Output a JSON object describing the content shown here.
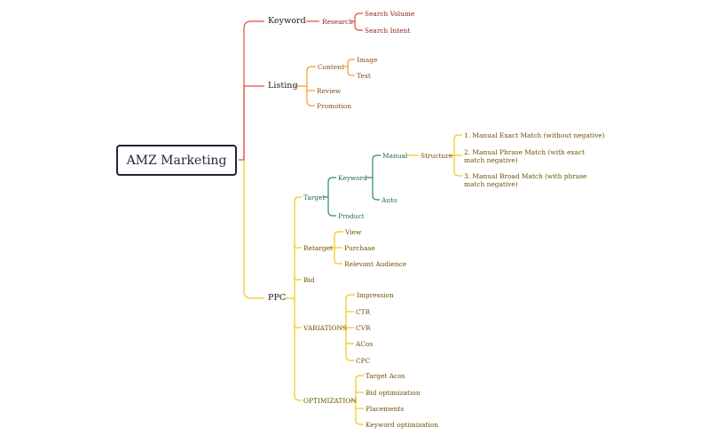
{
  "title": "AMZ Marketing",
  "colors": {
    "red": "#e24a3b",
    "orange": "#f0a028",
    "yellow": "#f5c518",
    "green": "#2f8a6e",
    "text_red": "#8a1f17",
    "text_orange": "#8a4a10",
    "text_yellow": "#6b5205",
    "text_green": "#226b56",
    "text_main": "#1a1a1a"
  },
  "nodes": {
    "keyword": "Keyword",
    "research": "Research",
    "search_volume": "Search Volume",
    "search_intent": "Search Intent",
    "listing": "Listing",
    "content": "Content",
    "image": "Image",
    "text": "Text",
    "review": "Review",
    "promotion": "Promotion",
    "ppc": "PPC",
    "target": "Target",
    "target_keyword": "Keyword",
    "manual": "Manual",
    "structure": "Structure",
    "exact": "1. Manual Exact Match (without negative)",
    "phrase": "2. Manual Phrase Match (with exact match negative)",
    "broad": "3. Manual Broad Match (with phrase match negative)",
    "auto": "Auto",
    "product": "Product",
    "retarget": "Retarget",
    "view": "View",
    "purchase": "Purchase",
    "relevant_audience": "Relevant Audience",
    "bid": "Bid",
    "variations": "VARIATIONS",
    "impression": "Impression",
    "ctr": "CTR",
    "cvr": "CVR",
    "acos": "ACos",
    "cpc": "CPC",
    "optimization": "OPTIMIZATION",
    "target_acos": "Target Acos",
    "bid_optimization": "Bid optimization",
    "placements": "Placements",
    "keyword_optimization": "Keyword optimization"
  }
}
